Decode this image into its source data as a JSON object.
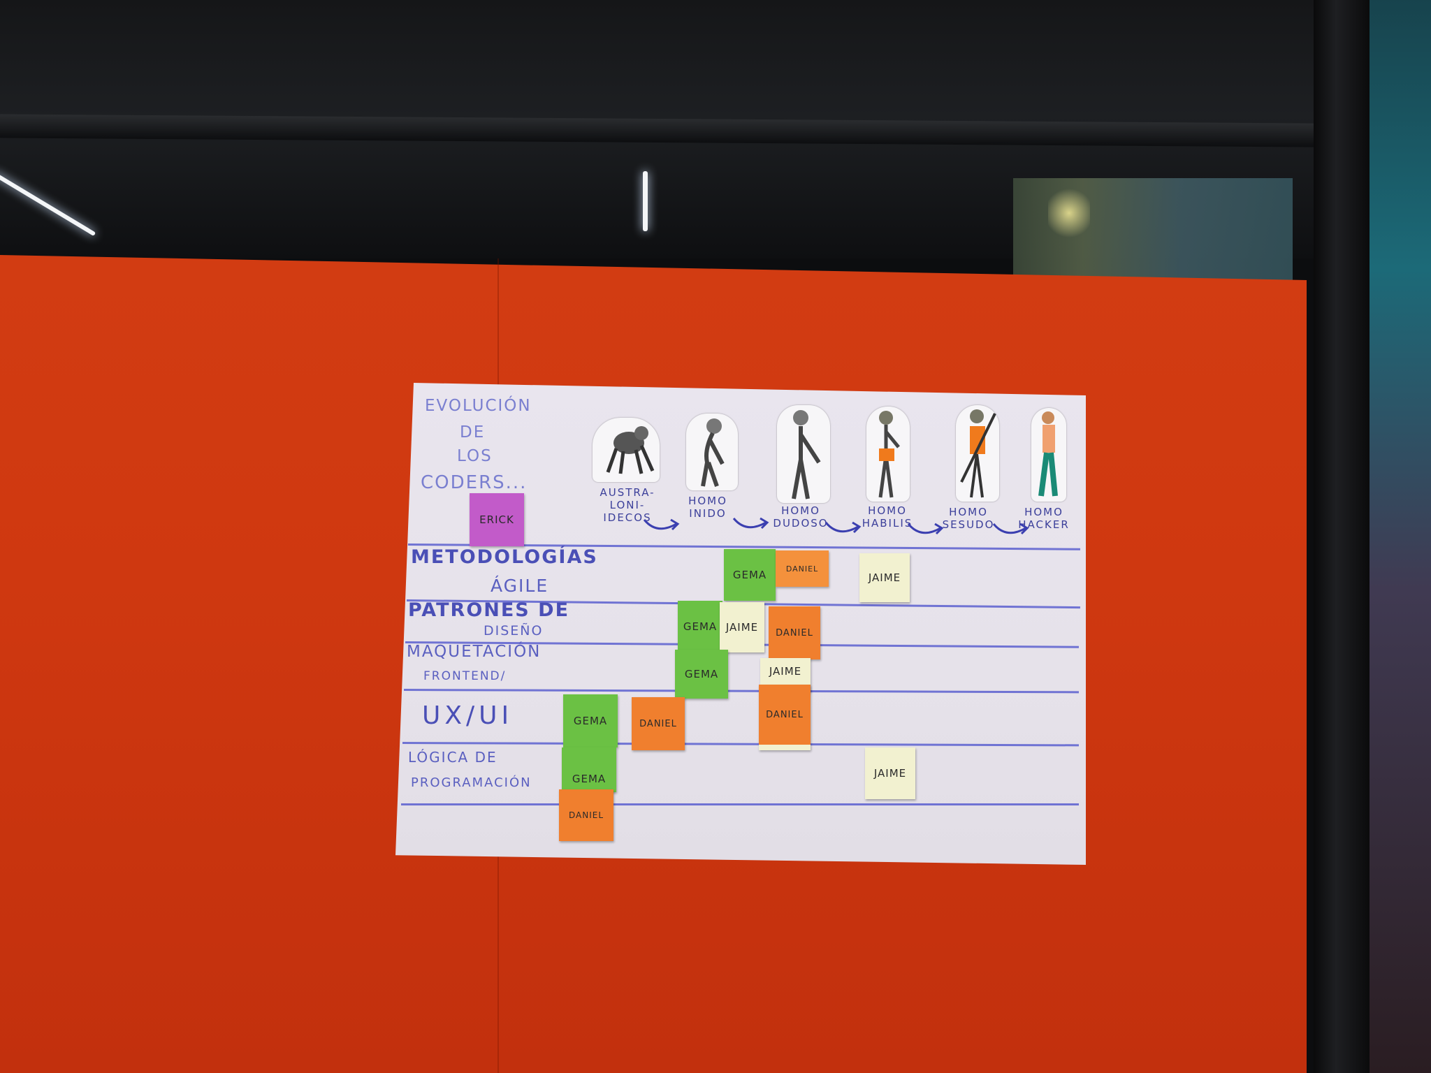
{
  "board": {
    "title_lines": [
      "EVOLUCIÓN",
      "DE",
      "LOS",
      "CODERS..."
    ],
    "stages": [
      {
        "label": "AUSTRA-LONI-IDECOS",
        "icon": "ape-figure-icon"
      },
      {
        "label": "HOMO INIDO",
        "icon": "hominid-figure-icon"
      },
      {
        "label": "HOMO DUDOSO",
        "icon": "hominid-figure-icon"
      },
      {
        "label": "HOMO HABILIS",
        "icon": "caveman-figure-icon"
      },
      {
        "label": "HOMO SESUDO",
        "icon": "caveman-spear-figure-icon"
      },
      {
        "label": "HOMO HACKER",
        "icon": "modern-human-figure-icon"
      }
    ],
    "rows": [
      {
        "label": "METODOLOGÍAS",
        "sub": "ÁGILE"
      },
      {
        "label": "PATRONES DE",
        "sub": "DISEÑO"
      },
      {
        "label": "MAQUETACIÓN",
        "sub": "FRONTEND/"
      },
      {
        "label": "UX/UI",
        "sub": ""
      },
      {
        "label": "LÓGICA DE",
        "sub": "PROGRAMACIÓN"
      }
    ],
    "notes": {
      "erick": "ERICK",
      "gema_1": "GEMA",
      "daniel_1": "DANIEL",
      "jaime_1": "JAIME",
      "gema_2": "GEMA",
      "jaime_2": "JAIME",
      "daniel_2": "DANIEL",
      "gema_3": "GEMA",
      "jaime_3": "JAIME",
      "gema_4": "GEMA",
      "daniel_4a": "DANIEL",
      "daniel_4b": "DANIEL",
      "gema_5": "GEMA",
      "jaime_5": "JAIME",
      "daniel_5": "DANIEL"
    },
    "colors": {
      "green": "#6bc144",
      "orange": "#f07f2e",
      "cream": "#f2f1d0",
      "purple": "#c25bc9",
      "ink": "#4a4fb6",
      "wall": "#d23c12"
    }
  }
}
